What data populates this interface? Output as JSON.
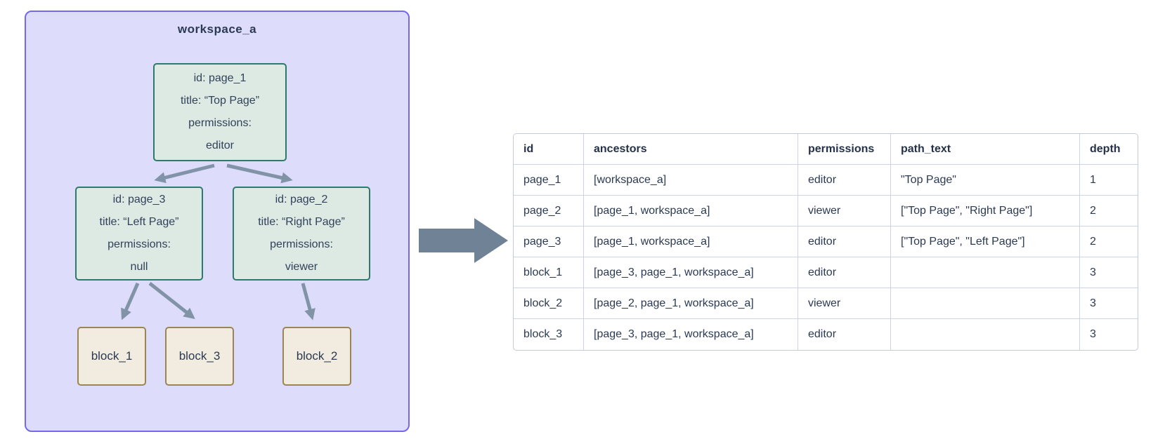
{
  "diagram": {
    "workspace_label": "workspace_a",
    "nodes": {
      "page_1": {
        "lines": [
          "id: page_1",
          "title: “Top Page”",
          "permissions:",
          "editor"
        ]
      },
      "page_3": {
        "lines": [
          "id: page_3",
          "title: “Left Page”",
          "permissions:",
          "null"
        ]
      },
      "page_2": {
        "lines": [
          "id: page_2",
          "title: “Right Page”",
          "permissions:",
          "viewer"
        ]
      },
      "block_1": {
        "label": "block_1"
      },
      "block_3": {
        "label": "block_3"
      },
      "block_2": {
        "label": "block_2"
      }
    },
    "edges": [
      "page_1->page_3",
      "page_1->page_2",
      "page_3->block_1",
      "page_3->block_3",
      "page_2->block_2"
    ],
    "colors": {
      "workspace_fill": "#dedcfb",
      "workspace_border": "#7468ee",
      "page_fill": "#dde9e3",
      "page_border": "#2c7a69",
      "block_fill": "#f1ecdf",
      "block_border": "#9b8554",
      "edge_arrow": "#8093a7",
      "flow_arrow": "#6f8296",
      "table_border": "#ccd4e0",
      "text": "#2b3a52"
    }
  },
  "flow_arrow": {
    "direction": "right"
  },
  "table": {
    "columns": {
      "id": "id",
      "ancestors": "ancestors",
      "permissions": "permissions",
      "path_text": "path_text",
      "depth": "depth"
    },
    "rows": [
      {
        "id": "page_1",
        "ancestors": "[workspace_a]",
        "permissions": "editor",
        "path_text": "\"Top Page\"",
        "depth": "1"
      },
      {
        "id": "page_2",
        "ancestors": "[page_1, workspace_a]",
        "permissions": "viewer",
        "path_text": "[\"Top Page\", \"Right Page\"]",
        "depth": "2"
      },
      {
        "id": "page_3",
        "ancestors": "[page_1, workspace_a]",
        "permissions": "editor",
        "path_text": "[\"Top Page\", \"Left Page\"]",
        "depth": "2"
      },
      {
        "id": "block_1",
        "ancestors": "[page_3, page_1, workspace_a]",
        "permissions": "editor",
        "path_text": "",
        "depth": "3"
      },
      {
        "id": "block_2",
        "ancestors": "[page_2, page_1, workspace_a]",
        "permissions": "viewer",
        "path_text": "",
        "depth": "3"
      },
      {
        "id": "block_3",
        "ancestors": "[page_3, page_1, workspace_a]",
        "permissions": "editor",
        "path_text": "",
        "depth": "3"
      }
    ]
  }
}
